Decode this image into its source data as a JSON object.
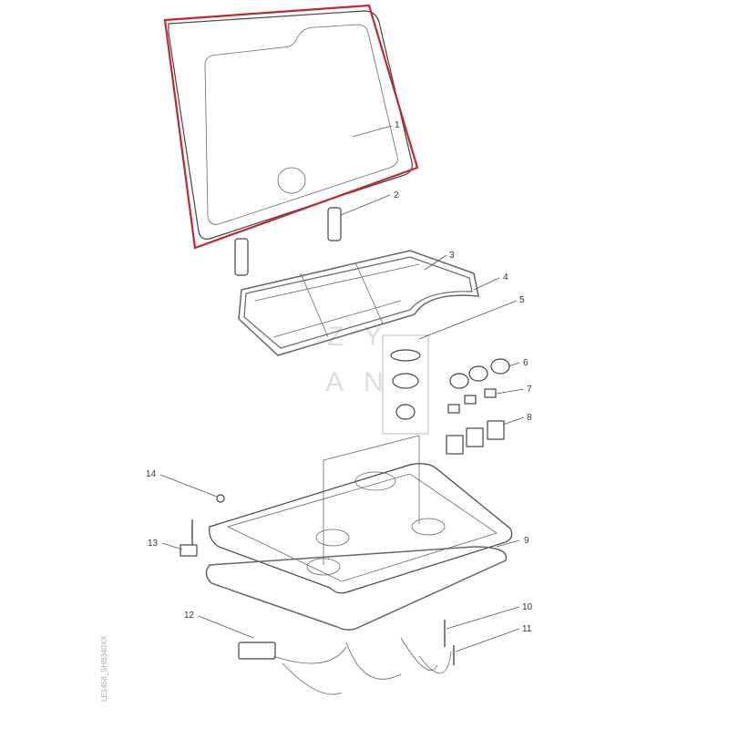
{
  "diagram": {
    "labels": [
      "1",
      "2",
      "3",
      "4",
      "5",
      "6",
      "7",
      "8",
      "9",
      "10",
      "11",
      "12",
      "13",
      "14"
    ],
    "drawing_code": "LE1458_SHB340XX",
    "watermark": "ZY AN",
    "highlight_color": "#c0282d",
    "highlighted_part": "1"
  }
}
